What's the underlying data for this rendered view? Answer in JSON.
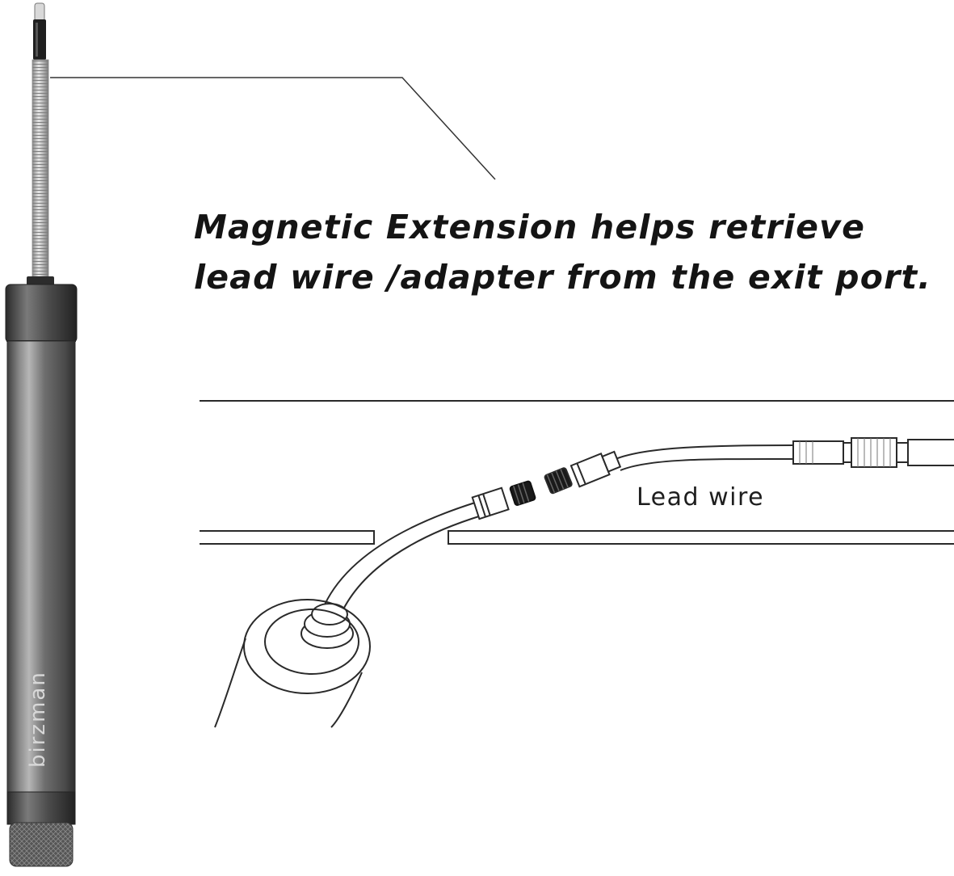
{
  "callout": {
    "line1": "Magnetic Extension helps retrieve",
    "line2": "lead wire /adapter from the exit port."
  },
  "diagram": {
    "lead_wire_label": "Lead wire",
    "brand_logo": "birzman"
  },
  "colors": {
    "tool_body": "#6f6f6f",
    "tool_dark": "#3a3a3a",
    "line": "#2a2a2a",
    "text": "#141414"
  },
  "icons": {
    "tool": "bleed-tool-with-magnetic-extension",
    "connector": "lead-wire-adapter"
  }
}
